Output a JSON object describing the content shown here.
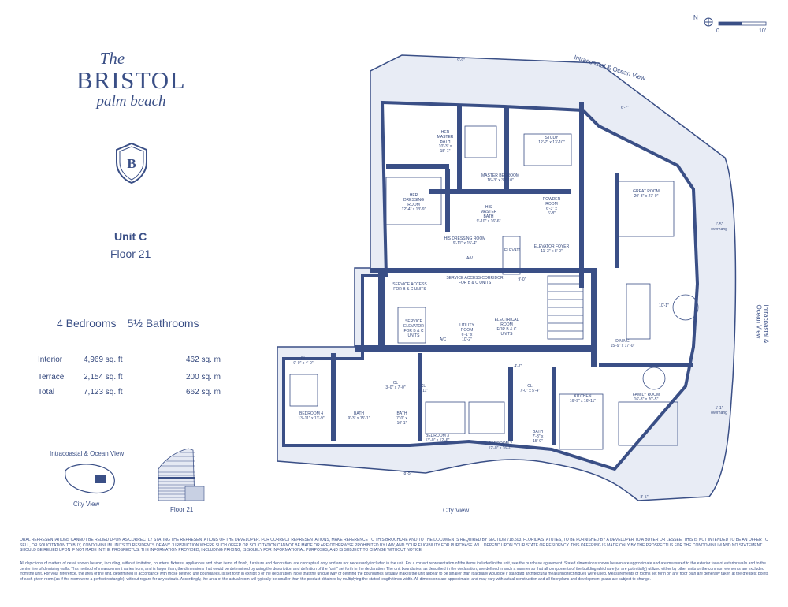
{
  "brand": {
    "the": "The",
    "name": "BRISTOL",
    "sub": "palm beach",
    "shield_letter": "B"
  },
  "unit": {
    "title": "Unit C",
    "floor": "Floor 21",
    "bedrooms": "4 Bedrooms",
    "bathrooms": "5½ Bathrooms"
  },
  "stats": [
    {
      "label": "Interior",
      "sqft": "4,969 sq. ft",
      "sqm": "462 sq. m"
    },
    {
      "label": "Terrace",
      "sqft": "2,154 sq. ft",
      "sqm": "200 sq. m"
    },
    {
      "label": "Total",
      "sqft": "7,123 sq. ft",
      "sqm": "662 sq. m"
    }
  ],
  "thumbnails": {
    "ocean_view": "Intracoastal & Ocean View",
    "city_view": "City View",
    "floor": "Floor 21"
  },
  "compass": {
    "north": "N",
    "scale_start": "0",
    "scale_end": "10'"
  },
  "views": {
    "top": "Intracoastal & Ocean View",
    "right": "Intracoastal & Ocean View",
    "bottom": "City View"
  },
  "rooms": {
    "her_bath": "HER\nMASTER\nBATH\n10'-3\" x\n15'-1\"",
    "her_dressing": "HER\nDRESSING\nROOM\n12'-4\" x 13'-9\"",
    "master_bedroom": "MASTER BEDROOM\n16'-3\" x 30'-10\"",
    "study": "STUDY\n12'-7\" x 13'-10\"",
    "his_bath": "HIS\nMASTER\nBATH\n9'-10\" x 16'-6\"",
    "powder": "POWDER\nROOM\n6'-3\" x\n6'-8\"",
    "great_room": "GREAT ROOM\n20'-3\" x 27'-0\"",
    "his_dressing": "HIS DRESSING ROOM\n9'-11\" x 15'-4\"",
    "elevator": "ELEVATOR",
    "elevator_foyer": "ELEVATOR FOYER\n11'-3\" x 8'-0\"",
    "service_access": "SERVICE ACCESS\nFOR B & C UNITS",
    "service_corridor": "SERVICE ACCESS CORRIDOR\nFOR B & C UNITS",
    "service_elevator": "SERVICE\nELEVATOR\nFOR B & C\nUNITS",
    "utility": "UTILITY\nROOM\n6'-1\" x\n10'-2\"",
    "electrical": "ELECTRICAL\nROOM\nFOR B & C\nUNITS",
    "dining": "DINING\n15'-9\" x 17'-0\"",
    "kitchen": "KITCHEN\n16'-9\" x 16'-11\"",
    "family_room": "FAMILY ROOM\n16'-3\" x 20'-5\"",
    "bedroom4": "BEDROOM 4\n13'-11\" x 13'-9\"",
    "bedroom3": "BEDROOM 3\n13'-0\" x 12'-6\"",
    "bedroom2": "BEDROOM 2\n12'-0\" x 16'-0\"",
    "bath_a": "BATH\n9'-3\" x 15'-1\"",
    "bath_b": "BATH\n7'-0\" x\n10'-1\"",
    "bath_c": "BATH\n7'-3\" x\n15'-9\"",
    "cl1": "CL\n9'-0\" x 4'-0\"",
    "cl2": "CL\n3'-0\" x 7'-0\"",
    "cl3": "CL\n7'-11\"",
    "cl4": "CL\n7'-0\" x 5'-4\"",
    "av": "A/V",
    "ac": "A/C"
  },
  "dims": {
    "d1": "9'-9\"",
    "d2": "6'-7\"",
    "d3": "1'-5\"\noverhang",
    "d4": "10'-1\"",
    "d5": "1'-1\"\noverhang",
    "d6": "9'-0\"",
    "d7": "4'-7\"",
    "d8": "8'-5\"",
    "d9": "8'-5\""
  },
  "disclaimer": {
    "p1": "ORAL REPRESENTATIONS CANNOT BE RELIED UPON AS CORRECTLY STATING THE REPRESENTATIONS OF THE DEVELOPER. FOR CORRECT REPRESENTATIONS, MAKE REFERENCE TO THIS BROCHURE AND TO THE DOCUMENTS REQUIRED BY SECTION 718.503, FLORIDA STATUTES, TO BE FURNISHED BY A DEVELOPER TO A BUYER OR LESSEE. THIS IS NOT INTENDED TO BE AN OFFER TO SELL, OR SOLICITATION TO BUY, CONDOMINIUM UNITS TO RESIDENTS OF ANY JURISDICTION WHERE SUCH OFFER OR SOLICITATION CANNOT BE MADE OR ARE OTHERWISE PROHIBITED BY LAW, AND YOUR ELIGIBILITY FOR PURCHASE WILL DEPEND UPON YOUR STATE OF RESIDENCY. THIS OFFERING IS MADE ONLY BY THE PROSPECTUS FOR THE CONDOMINIUM AND NO STATEMENT SHOULD BE RELIED UPON IF NOT MADE IN THE PROSPECTUS. THE INFORMATION PROVIDED, INCLUDING PRICING, IS SOLELY FOR INFORMATIONAL PURPOSES, AND IS SUBJECT TO CHANGE WITHOUT NOTICE.",
    "p2": "All depictions of matters of detail shown hereon, including, without limitation, counters, fixtures, appliances and other items of finish, furniture and decoration, are conceptual only and are not necessarily included in the unit. For a correct representation of the items included in the unit, see the purchase agreement. Stated dimensions shown hereon are approximate and are measured to the exterior face of exterior walls and to the center line of demising walls. This method of measurement varies from, and is larger than, the dimensions that would be determined by using the description and definition of the \"unit\" set forth in the declaration. The unit boundaries, as described in the declaration, are defined in such a manner so that all components of the building which are (or are potentially) utilized either by other units or the common elements are excluded from the unit. For your reference, the area of the unit, determined in accordance with those defined unit boundaries, is set forth in exhibit 8 of the declaration. Note that the unique way of defining the boundaries actually makes the unit appear to be smaller than it actually would be if standard architectural measuring techniques were used. Measurements of rooms set forth on any floor plan are generally taken at the greatest points of each given room (as if the room were a perfect rectangle), without regard for any cutouts. Accordingly, the area of the actual room will typically be smaller than the product obtained by multiplying the stated length times width. All dimensions are approximate, and may vary with actual construction and all floor plans and development plans are subject to change."
  }
}
